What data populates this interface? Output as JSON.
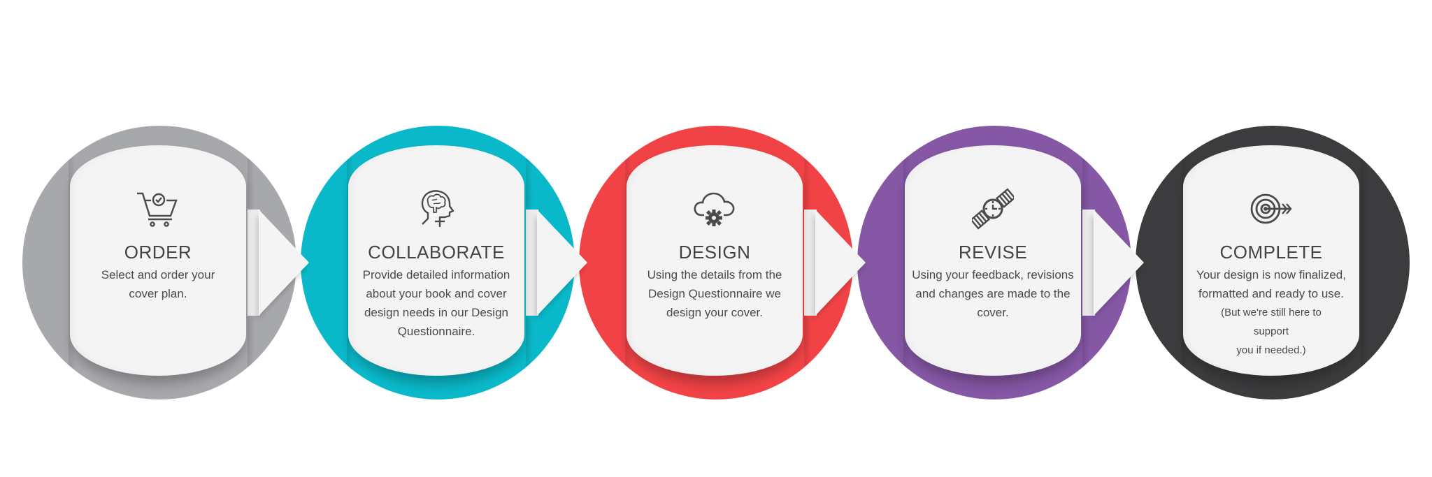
{
  "colors": {
    "background": "#ffffff",
    "card": "#f4f4f4",
    "text": "#444444",
    "icon": "#4a4a4a"
  },
  "steps": [
    {
      "title": "ORDER",
      "description": "Select and order your\ncover plan.",
      "icon": "shopping-cart-check-icon",
      "color": "#a7a8ac"
    },
    {
      "title": "COLLABORATE",
      "description": "Provide detailed information\nabout your book and cover\ndesign needs in our Design\nQuestionnaire.",
      "icon": "head-brain-icon",
      "color": "#0ab9c9"
    },
    {
      "title": "DESIGN",
      "description": "Using the details from the\nDesign Questionnaire we\ndesign your cover.",
      "icon": "cloud-gear-icon",
      "color": "#f14346"
    },
    {
      "title": "REVISE",
      "description": "Using your feedback, revisions\nand changes are made to the\ncover.",
      "icon": "wristwatch-icon",
      "color": "#8557a5"
    },
    {
      "title": "COMPLETE",
      "description": "Your design is now finalized,\nformatted and ready to use.",
      "note": "(But we're still here to\nsupport\nyou if needed.)",
      "icon": "target-arrow-icon",
      "color": "#3c3c3e"
    }
  ]
}
